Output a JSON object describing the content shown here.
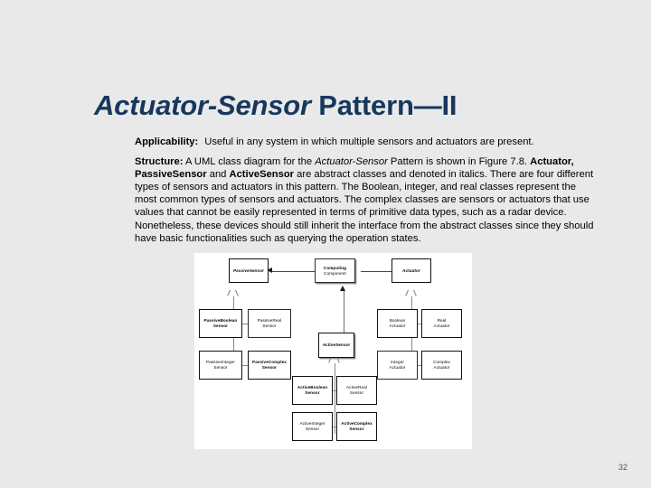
{
  "slide": {
    "title_italic": "Actuator-Sensor",
    "title_regular": " Pattern—II",
    "page_number": "32",
    "accent_color": "#17375e",
    "background_color": "#e9e9e9",
    "figure_background": "#ffffff"
  },
  "body": {
    "applicability_label": "Applicability:",
    "applicability_text": "Useful in any system in which multiple sensors and actuators are present.",
    "structure_label": "Structure:",
    "structure_p1_a": " A UML class diagram for the ",
    "structure_p1_em": "Actuator-Sensor",
    "structure_p1_b": " Pattern is shown in Figure 7.8. ",
    "structure_strong_1": "Actuator, PassiveSensor",
    "structure_p1_c": " and ",
    "structure_strong_2": "ActiveSensor",
    "structure_p1_d": " are abstract classes and denoted in italics. There are four different types of sensors and actuators in this pattern. The Boolean, integer, and real classes represent the most common types of sensors and actuators. The complex classes are sensors or actuators that use values that cannot be easily represented in terms of primitive data types, such as a radar device. Nonetheless, these devices should still inherit the interface from the abstract classes since they should have basic functionalities such as querying the operation states."
  },
  "diagram": {
    "name": "actuator-sensor-uml-class-diagram",
    "nodes": {
      "passive_sensor": "PassiveSensor",
      "computing_component_l1": "Computing",
      "computing_component_l2": "Component",
      "actuator": "Actuator",
      "active_sensor": "ActiveSensor",
      "passive_boolean_l1": "PassiveBoolean",
      "passive_boolean_l2": "Sensor",
      "passive_real_l1": "PassiveReal",
      "passive_real_l2": "Sensor",
      "passive_integer_l1": "PassiveInteger",
      "passive_integer_l2": "Sensor",
      "passive_complex_l1": "PassiveComplex",
      "passive_complex_l2": "Sensor",
      "boolean_actuator_l1": "Boolean",
      "boolean_actuator_l2": "Actuator",
      "real_actuator_l1": "Real",
      "real_actuator_l2": "Actuator",
      "integer_actuator_l1": "Integer",
      "integer_actuator_l2": "Actuator",
      "complex_actuator_l1": "Complex",
      "complex_actuator_l2": "Actuator",
      "active_boolean_l1": "ActiveBoolean",
      "active_boolean_l2": "Sensor",
      "active_real_l1": "ActiveReal",
      "active_real_l2": "Sensor",
      "active_integer_l1": "ActiveInteger",
      "active_integer_l2": "Sensor",
      "active_complex_l1": "ActiveComplex",
      "active_complex_l2": "Sensor"
    }
  }
}
